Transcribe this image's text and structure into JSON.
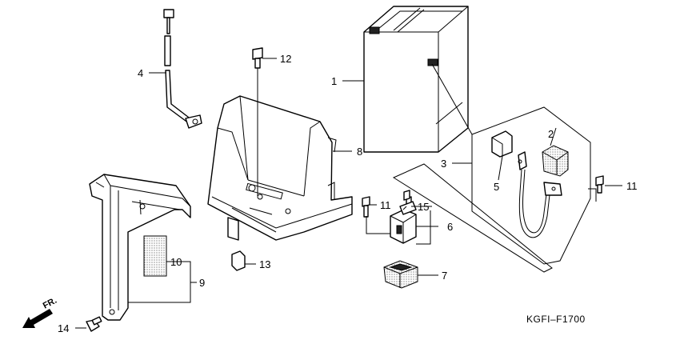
{
  "diagram": {
    "code": "KGFI–F1700",
    "forward_marker": "FR.",
    "callouts": {
      "c1": "1",
      "c2": "2",
      "c3": "3",
      "c4": "4",
      "c5": "5",
      "c6": "6",
      "c7": "7",
      "c8": "8",
      "c9": "9",
      "c10": "10",
      "c11a": "11",
      "c11b": "11",
      "c12": "12",
      "c13": "13",
      "c14": "14",
      "c15": "15"
    }
  }
}
